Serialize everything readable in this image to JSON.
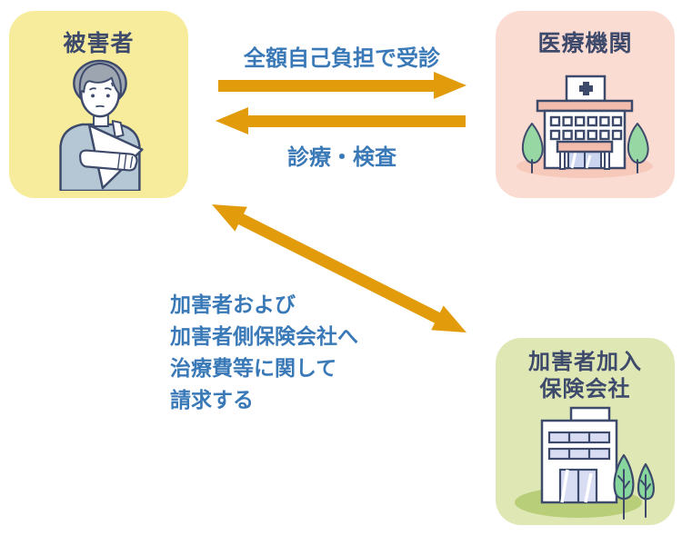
{
  "diagram_title": "",
  "colors": {
    "background": "#FFFFFF",
    "arrow_orange": "#E29B0B",
    "label_blue": "#3A79B7",
    "title_navy": "#3E4A6B",
    "victim_box": "#F6EC9B",
    "medical_box": "#FBDCD3",
    "insurer_box": "#DFE7B5",
    "illustration_outline": "#3E4A6B",
    "hospital_accent_pink": "#F3BDAE",
    "hospital_shadow_pink": "#F6C9BB",
    "office_shadow_green": "#B9CE78",
    "tree_green": "#8FD69F",
    "window_periwinkle": "#D8DDF4",
    "person_shirt_blue": "#B5C7D4",
    "person_hair_gray": "#9DA6B0"
  },
  "nodes": {
    "victim": {
      "label": "被害者",
      "illustration": "injured-person",
      "box_color": "#F6EC9B"
    },
    "medical": {
      "label": "医療機関",
      "illustration": "hospital",
      "box_color": "#FBDCD3"
    },
    "insurer": {
      "label_lines": [
        "加害者加入",
        "保険会社"
      ],
      "illustration": "office-building",
      "box_color": "#DFE7B5"
    }
  },
  "arrows": {
    "visit": {
      "from": "victim",
      "to": "medical",
      "direction": "right",
      "label": "全額自己負担で受診",
      "color": "#E29B0B"
    },
    "care": {
      "from": "medical",
      "to": "victim",
      "direction": "left",
      "label": "診療・検査",
      "color": "#E29B0B"
    },
    "claim": {
      "from": "victim",
      "to": "insurer",
      "direction": "bidirectional",
      "lines": [
        "加害者および",
        "加害者側保険会社へ",
        "治療費等に関して",
        "請求する"
      ],
      "color": "#E29B0B"
    }
  }
}
